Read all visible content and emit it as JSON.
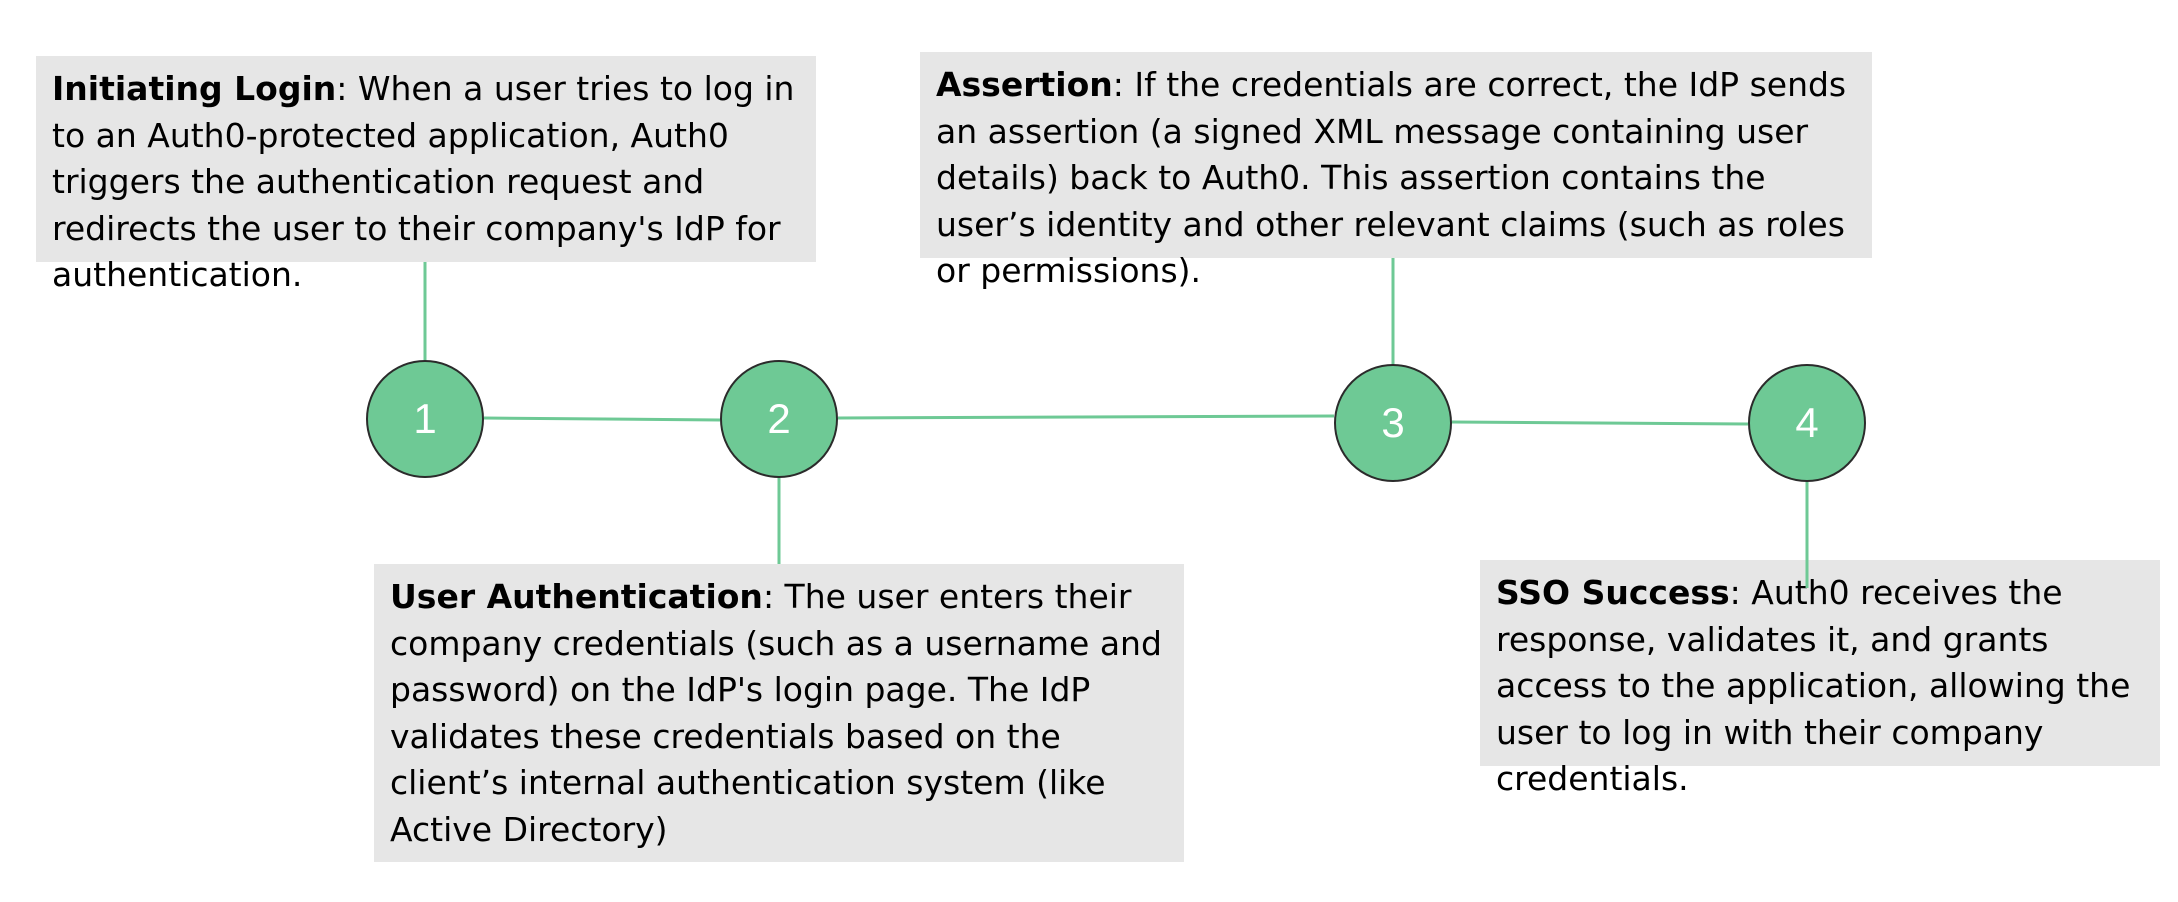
{
  "steps": [
    {
      "number": "1",
      "title": "Initiating Login",
      "separator": ":",
      "text": " When a user tries to log in to an Auth0-protected application, Auth0 triggers the authentication request and redirects the user to their company's IdP for authentication."
    },
    {
      "number": "2",
      "title": "User Authentication",
      "separator": ":",
      "text": " The user enters their company credentials (such as a username and password) on the IdP's login page. The IdP validates these credentials based on the client’s internal authentication system (like Active Directory)"
    },
    {
      "number": "3",
      "title": "Assertion",
      "separator": ":",
      "text": " If the credentials are correct, the IdP sends an assertion (a signed XML message containing user details) back to Auth0. This assertion contains the user’s identity and other relevant claims (such as roles or permissions)."
    },
    {
      "number": "4",
      "title": "SSO Success",
      "separator": ":",
      "text": " Auth0 receives the response, validates it, and grants access to the application, allowing the user to log in with their company credentials."
    }
  ],
  "colors": {
    "node_fill": "#6ec995",
    "node_border": "#2b2b2b",
    "connector": "#6ec995",
    "box_background": "#e6e6e6"
  }
}
